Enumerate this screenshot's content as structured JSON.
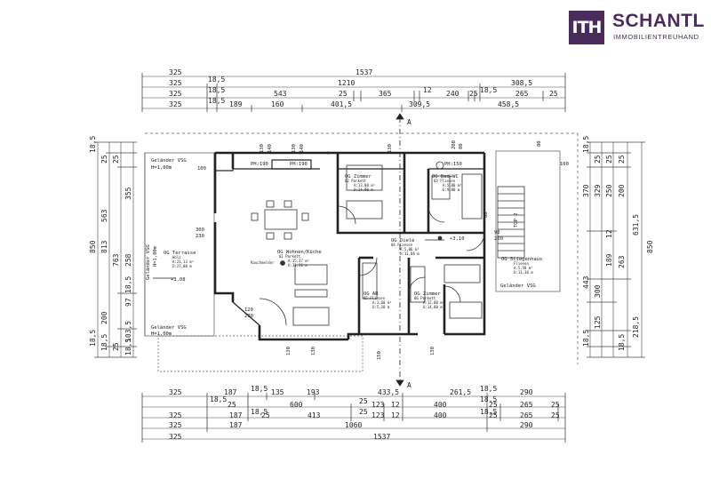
{
  "brand": {
    "mark": "ITH",
    "name": "SCHANTL",
    "subtitle": "IMMOBILIENTREUHAND",
    "color": "#4b2a5c"
  },
  "dims_top": {
    "row1": [
      "325",
      "1537"
    ],
    "row2": [
      "325",
      "18,5",
      "1210",
      "308,5"
    ],
    "row3": [
      "325",
      "18,5",
      "543",
      "25",
      "365",
      "12",
      "240",
      "25",
      "18,5",
      "265",
      "25"
    ],
    "row4": [
      "325",
      "18,5",
      "189",
      "160",
      "401,5",
      "309,5",
      "458,5"
    ]
  },
  "dims_bottom": {
    "row1": [
      "325",
      "187",
      "18,5",
      "135",
      "193",
      "433,5",
      "261,5",
      "18,5",
      "290"
    ],
    "row2": [
      "18,5",
      "25",
      "600",
      "25",
      "123",
      "12",
      "400",
      "18,5",
      "25",
      "265",
      "25"
    ],
    "row3": [
      "325",
      "187",
      "18,5",
      "25",
      "413",
      "25",
      "123",
      "12",
      "400",
      "18,5",
      "25",
      "265",
      "25"
    ],
    "row4": [
      "325",
      "187",
      "1060",
      "290"
    ],
    "row5": [
      "325",
      "1537"
    ]
  },
  "dims_left": {
    "outer": [
      "850"
    ],
    "mid": [
      "813",
      "763"
    ],
    "inner": [
      "563",
      "258",
      "200",
      "103,5",
      "18,5",
      "97"
    ],
    "inner2": [
      "355",
      "18,5",
      "25",
      "25",
      "18,5",
      "18,5",
      "25",
      "18,5"
    ]
  },
  "dims_right": {
    "outer": [
      "850"
    ],
    "mid": [
      "631,5",
      "443",
      "218,5"
    ],
    "inner": [
      "370",
      "329",
      "250",
      "200",
      "12",
      "189",
      "263",
      "300",
      "125",
      "18,5"
    ],
    "inner2": [
      "18,5",
      "25",
      "25",
      "25",
      "18,5"
    ]
  },
  "dims_inner": {
    "top": [
      "130",
      "140",
      "130",
      "140",
      "130",
      "80",
      "200",
      "80",
      "80"
    ],
    "small": [
      "100",
      "100",
      "300",
      "230",
      "120",
      "230",
      "90",
      "200",
      "130",
      "130",
      "150",
      "130"
    ],
    "heights": [
      "PH:190",
      "PH:190",
      "PH:150"
    ],
    "levels": [
      "+3,08",
      "+3,10"
    ]
  },
  "rooms": [
    {
      "code": "OG Terrasse",
      "line2": "Holz",
      "line3": "A:21,13 m²",
      "line4": "U:27,00 m"
    },
    {
      "code": "OG Wohnen/Küche",
      "line2": "01 Parkett",
      "line3": "A:35,37 m²",
      "line4": "U:31,26 m"
    },
    {
      "code": "OG Zimmer",
      "line2": "02 Parkett",
      "line3": "A:13,00 m²",
      "line4": "U:14,80 m"
    },
    {
      "code": "OG Bad+WC",
      "line2": "03 Fliesen",
      "line3": "A:5,00 m²",
      "line4": "U:9,00 m"
    },
    {
      "code": "OG Diele",
      "line2": "04 Fliesen",
      "line3": "A:5,06 m²",
      "line4": "U:11,06 m"
    },
    {
      "code": "OG AR",
      "line2": "05 Fliesen",
      "line3": "A:1,60 m²",
      "line4": "U:5,10 m"
    },
    {
      "code": "OG Zimmer",
      "line2": "06 Parkett",
      "line3": "A:12,00 m²",
      "line4": "U:14,00 m"
    },
    {
      "code": "OG Stiegenhaus",
      "line2": "Fliesen",
      "line3": "A:5,58 m²",
      "line4": "U:11,30 m"
    }
  ],
  "annotations": {
    "railing_top": "Geländer VSG",
    "railing_top_h": "H=1,00m",
    "railing_left": "Geländer VSG",
    "railing_left_h": "H=1,00m",
    "railing_bottom": "Geländer VSG",
    "railing_bottom_h": "H=1,00m",
    "railing_stair": "Geländer VSG",
    "smoke": "Rauchmelder",
    "top2": "TOP 2",
    "section": "A"
  }
}
